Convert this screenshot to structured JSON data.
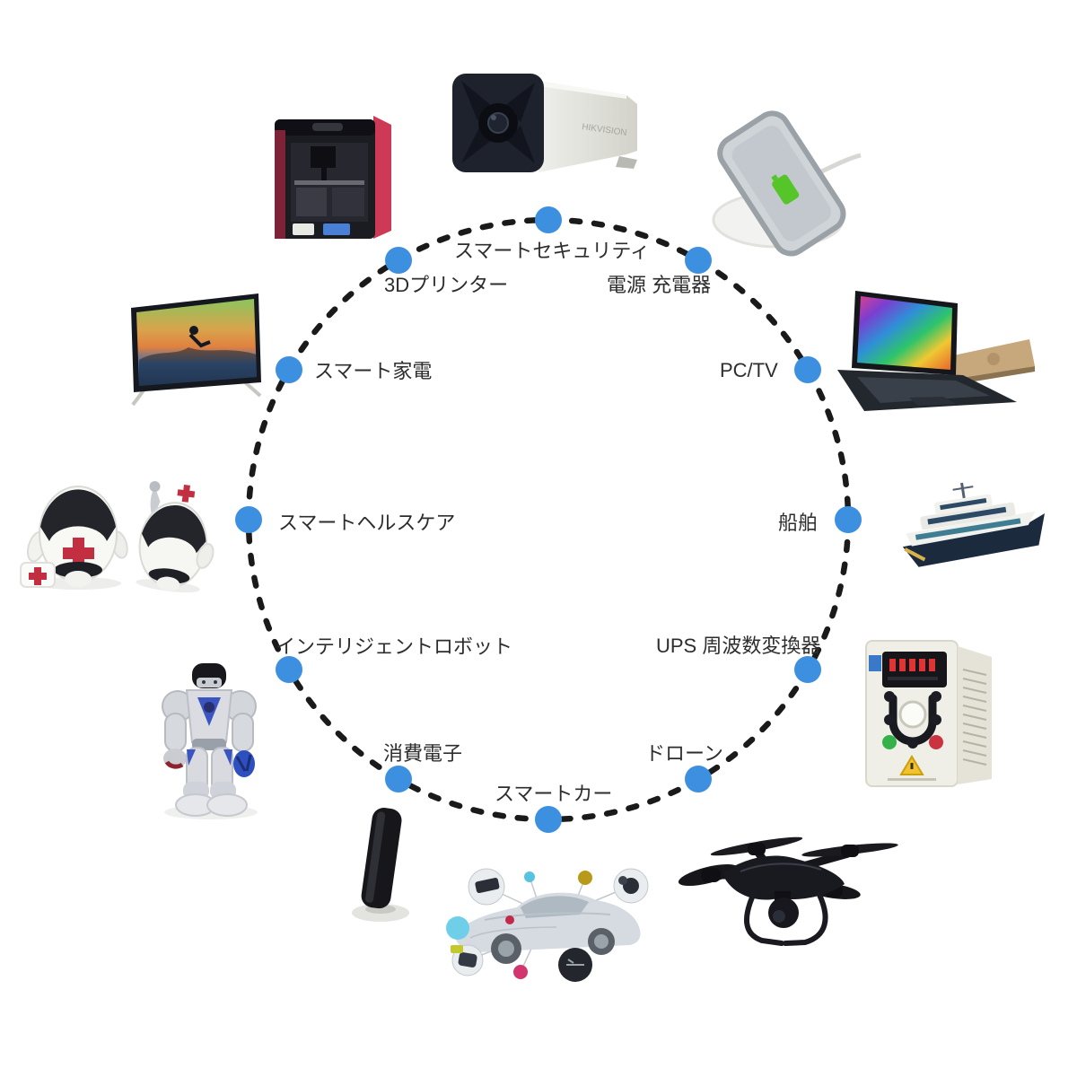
{
  "colors": {
    "background": "#ffffff",
    "node_dot": "#3d8fe0",
    "dash": "#1a1a1a",
    "label": "#2d2d2d"
  },
  "nodes": [
    {
      "id": "smart-security",
      "label": "スマートセキュリティ"
    },
    {
      "id": "power-charger",
      "label": "電源 充電器"
    },
    {
      "id": "3d-printer",
      "label": "3Dプリンター"
    },
    {
      "id": "pc-tv",
      "label": "PC/TV"
    },
    {
      "id": "smart-appliance",
      "label": "スマート家電"
    },
    {
      "id": "ship",
      "label": "船舶"
    },
    {
      "id": "smart-healthcare",
      "label": "スマートヘルスケア"
    },
    {
      "id": "ups-frequency-converter",
      "label": "UPS 周波数変換器"
    },
    {
      "id": "intelligent-robot",
      "label": "インテリジェントロボット"
    },
    {
      "id": "drone",
      "label": "ドローン"
    },
    {
      "id": "consumer-electronics",
      "label": "消費電子"
    },
    {
      "id": "smart-car",
      "label": "スマートカー"
    }
  ],
  "images": {
    "camera_brand": "HIKVISION",
    "items": [
      "3d-printer-image",
      "security-camera-image",
      "wireless-charger-image",
      "tv-image",
      "laptop-image",
      "healthcare-robots-image",
      "ship-image",
      "frequency-converter-image",
      "robot-toy-image",
      "speaker-image",
      "smart-car-image",
      "drone-image"
    ]
  }
}
